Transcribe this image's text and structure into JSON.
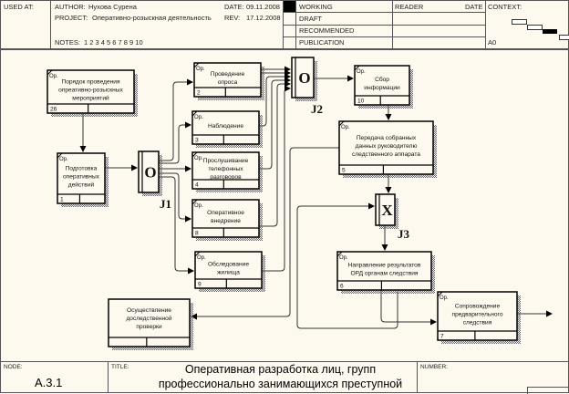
{
  "header": {
    "used_at_label": "USED AT:",
    "author_label": "AUTHOR:",
    "author": "Нухова Сурена",
    "project_label": "PROJECT:",
    "project": "Оперативно-розыскная деятельность",
    "date_label": "DATE:",
    "date": "09.11.2008",
    "rev_label": "REV:",
    "rev": "17.12.2008",
    "notes_label": "NOTES:",
    "notes": "1 2 3 4 5 6 7 8 9 10",
    "status": [
      "WORKING",
      "DRAFT",
      "RECOMMENDED",
      "PUBLICATION"
    ],
    "reader_label": "READER",
    "reader_date_label": "DATE",
    "context_label": "CONTEXT:",
    "context_node": "A0"
  },
  "footer": {
    "node_label": "NODE:",
    "node": "A.3.1",
    "title_label": "TITLE:",
    "title_line1": "Оперативная разработка лиц, групп",
    "title_line2": "профессионально занимающихся  преступной",
    "number_label": "NUMBER:"
  },
  "diagram": {
    "op_tag": "Ор.",
    "boxes": [
      {
        "id": "b26",
        "number": "26",
        "lines": [
          "Порядок проведения",
          "опреативно-розыскных",
          "мероприятий"
        ]
      },
      {
        "id": "b1",
        "number": "1",
        "lines": [
          "Подготовка",
          "оперативных",
          "действий"
        ]
      },
      {
        "id": "b2",
        "number": "2",
        "lines": [
          "Проведение",
          "опроса"
        ]
      },
      {
        "id": "b3",
        "number": "3",
        "lines": [
          "Наблюдение"
        ]
      },
      {
        "id": "b4",
        "number": "4",
        "lines": [
          "Прослушивание",
          "телефонных",
          "разговоров"
        ]
      },
      {
        "id": "b8",
        "number": "8",
        "lines": [
          "Оперативное",
          "внедрение"
        ]
      },
      {
        "id": "b9",
        "number": "9",
        "lines": [
          "Обследование",
          "жилища"
        ]
      },
      {
        "id": "b10",
        "number": "10",
        "lines": [
          "Сбор",
          "информации"
        ]
      },
      {
        "id": "b5",
        "number": "5",
        "lines": [
          "Передача собранных",
          "данных руководителю",
          "следственного аппарата"
        ]
      },
      {
        "id": "b6",
        "number": "6",
        "lines": [
          "Направление результатов",
          "ОРД органам следствия"
        ]
      },
      {
        "id": "b7",
        "number": "7",
        "lines": [
          "Сопровождение",
          "предварительного",
          "следствия"
        ]
      },
      {
        "id": "bx",
        "number": "",
        "lines": [
          "Осуществление",
          "доследственной",
          "проверки"
        ]
      }
    ],
    "junctions": [
      {
        "id": "J1",
        "symbol": "O",
        "label": "J1"
      },
      {
        "id": "J2",
        "symbol": "O",
        "label": "J2"
      },
      {
        "id": "J3",
        "symbol": "X",
        "label": "J3"
      }
    ]
  }
}
